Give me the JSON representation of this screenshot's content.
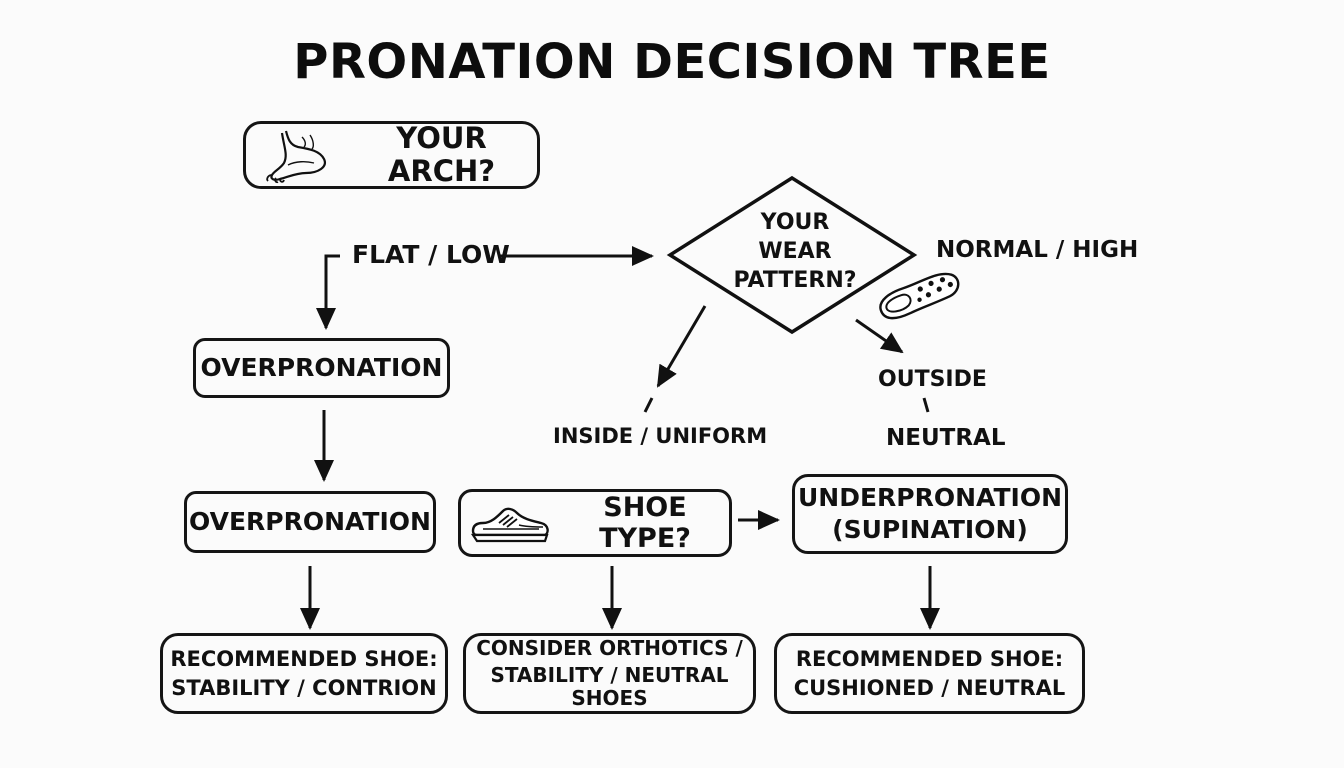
{
  "title": "PRONATION DECISION TREE",
  "nodes": {
    "arch_question": "YOUR ARCH?",
    "wear_pattern": [
      "YOUR",
      "WEAR",
      "PATTERN?"
    ],
    "overpronation_1": "OVERPRONATION",
    "overpronation_2": "OVERPRONATION",
    "shoe_type": "SHOE TYPE?",
    "underpronation": [
      "UNDERPRONATION",
      "(SUPINATION)"
    ],
    "rec_stability": [
      "RECOMMENDED SHOE:",
      "STABILITY / CONTRION"
    ],
    "rec_orthotics": [
      "CONSIDER ORTHOTICS /",
      "STABILITY / NEUTRAL SHOES"
    ],
    "rec_cushioned": [
      "RECOMMENDED SHOE:",
      "CUSHIONED / NEUTRAL"
    ]
  },
  "edge_labels": {
    "flat_low": "FLAT / LOW",
    "normal_high": "NORMAL / HIGH",
    "inside_uniform": "INSIDE / UNIFORM",
    "outside": "OUTSIDE",
    "neutral": "NEUTRAL"
  },
  "icons": {
    "arch": "foot-icon",
    "wear": "shoe-sole-icon",
    "shoe": "sneaker-icon"
  },
  "colors": {
    "ink": "#111111",
    "background": "#fbfbfb"
  }
}
